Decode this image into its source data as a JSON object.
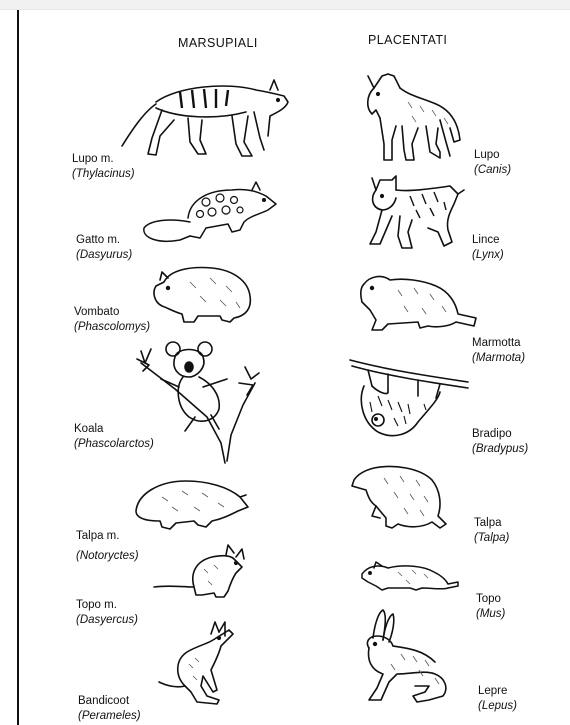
{
  "headings": {
    "left": "MARSUPIALI",
    "right": "PLACENTATI"
  },
  "marsupials": [
    {
      "common": "Lupo m.",
      "scientific": "(Thylacinus)",
      "icon": "thylacine-icon"
    },
    {
      "common": "Gatto m.",
      "scientific": "(Dasyurus)",
      "icon": "quoll-icon"
    },
    {
      "common": "Vombato",
      "scientific": "(Phascolomys)",
      "icon": "wombat-icon"
    },
    {
      "common": "Koala",
      "scientific": "(Phascolarctos)",
      "icon": "koala-icon"
    },
    {
      "common": "Talpa m.",
      "scientific": "(Notoryctes)",
      "icon": "marsupial-mole-icon"
    },
    {
      "common": "Topo m.",
      "scientific": "(Dasyercus)",
      "icon": "marsupial-mouse-icon"
    },
    {
      "common": "Bandicoot",
      "scientific": "(Perameles)",
      "icon": "bandicoot-icon"
    }
  ],
  "placentals": [
    {
      "common": "Lupo",
      "scientific": "(Canis)",
      "icon": "wolf-icon"
    },
    {
      "common": "Lince",
      "scientific": "(Lynx)",
      "icon": "lynx-icon"
    },
    {
      "common": "Marmotta",
      "scientific": "(Marmota)",
      "icon": "marmot-icon"
    },
    {
      "common": "Bradipo",
      "scientific": "(Bradypus)",
      "icon": "sloth-icon"
    },
    {
      "common": "Talpa",
      "scientific": "(Talpa)",
      "icon": "mole-icon"
    },
    {
      "common": "Topo",
      "scientific": "(Mus)",
      "icon": "mouse-icon"
    },
    {
      "common": "Lepre",
      "scientific": "(Lepus)",
      "icon": "hare-icon"
    }
  ]
}
